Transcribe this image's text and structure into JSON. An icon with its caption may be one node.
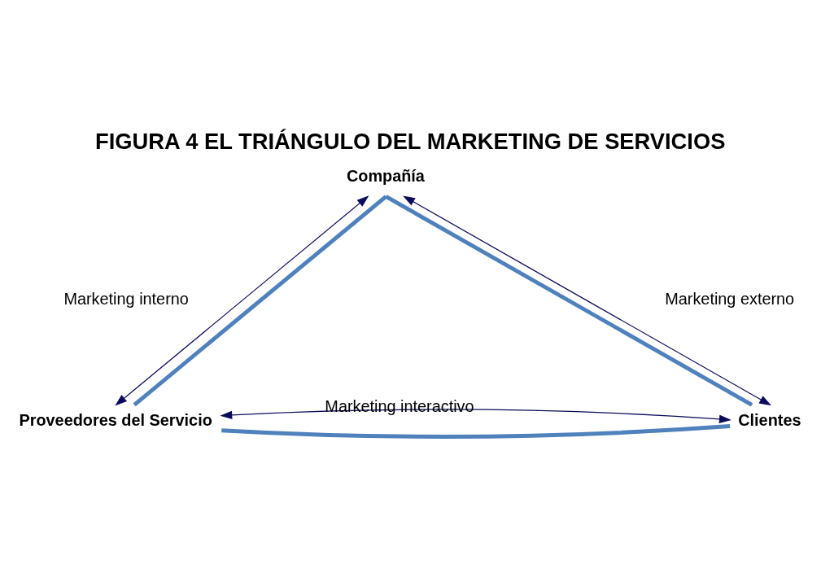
{
  "diagram": {
    "title": "FIGURA 4 EL TRIÁNGULO DEL MARKETING DE SERVICIOS",
    "nodes": [
      {
        "text": [
          "Compañía"
        ]
      },
      {
        "text": [
          "Proveedores del Servicio"
        ]
      },
      {
        "text": [
          "Clientes"
        ]
      }
    ],
    "edges": [
      {
        "from": 0,
        "to": 1,
        "arrow": "none",
        "style": "thick",
        "color": "#4f81bd"
      },
      {
        "from": 0,
        "to": 2,
        "arrow": "none",
        "style": "thick",
        "color": "#4f81bd"
      },
      {
        "from": 1,
        "to": 2,
        "arrow": "none",
        "style": "thick",
        "color": "#4f81bd"
      },
      {
        "from": 0,
        "to": 1,
        "arrow": "both",
        "label": "Marketing interno",
        "color": "#0b0b5c"
      },
      {
        "from": 0,
        "to": 2,
        "arrow": "both",
        "label": "Marketing externo",
        "color": "#0b0b5c"
      },
      {
        "from": 1,
        "to": 2,
        "arrow": "both",
        "label": "Marketing interactivo",
        "color": "#0b0b5c"
      }
    ]
  }
}
